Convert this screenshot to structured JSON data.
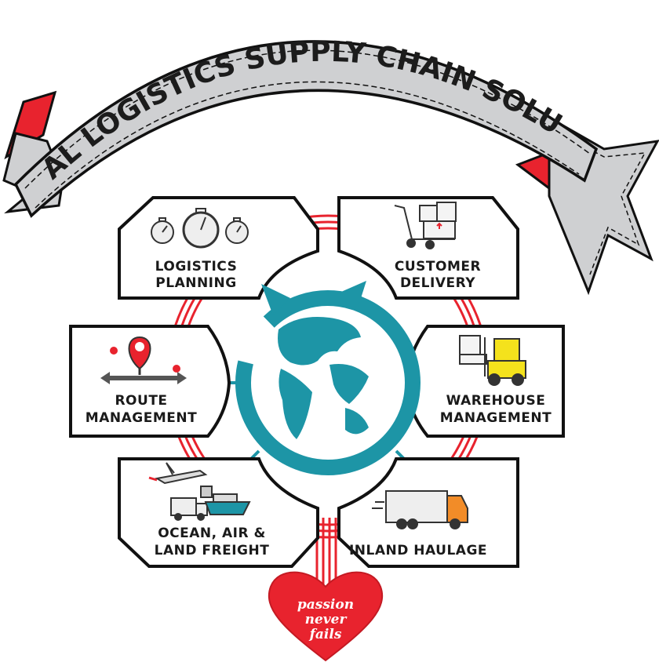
{
  "banner": {
    "title": "GLOBAL LOGISTICS SUPPLY CHAIN SOLUTION"
  },
  "colors": {
    "red": "#e8232e",
    "teal": "#1d95a6",
    "gray": "#cfd0d2",
    "black": "#1a1a1a"
  },
  "cards": {
    "logistics_planning": {
      "line1": "LOGISTICS",
      "line2": "PLANNING",
      "icon": "stopwatch-icon"
    },
    "customer_delivery": {
      "line1": "CUSTOMER",
      "line2": "DELIVERY",
      "icon": "hand-truck-icon"
    },
    "route_management": {
      "line1": "ROUTE",
      "line2": "MANAGEMENT",
      "icon": "map-pin-icon"
    },
    "warehouse_management": {
      "line1": "WAREHOUSE",
      "line2": "MANAGEMENT",
      "icon": "forklift-icon"
    },
    "ocean_air_land": {
      "line1": "OCEAN, AIR &",
      "line2": "LAND FREIGHT",
      "icon": "freight-icon"
    },
    "inland_haulage": {
      "line1": "INLAND HAULAGE",
      "icon": "truck-icon"
    }
  },
  "center": {
    "icon": "globe-icon"
  },
  "heart": {
    "line1": "passion",
    "line2": "never",
    "line3": "fails"
  }
}
